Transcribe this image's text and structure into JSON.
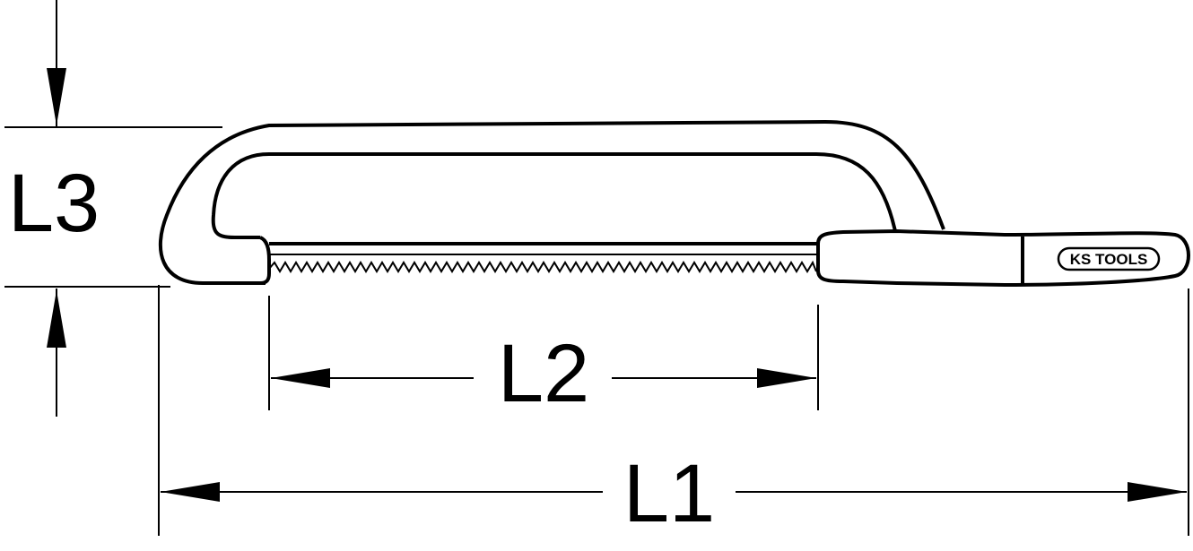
{
  "dimensions": {
    "l1": "L1",
    "l2": "L2",
    "l3": "L3"
  },
  "brand": {
    "logo_text": "KS TOOLS"
  },
  "colors": {
    "stroke": "#000000",
    "background": "#ffffff"
  }
}
